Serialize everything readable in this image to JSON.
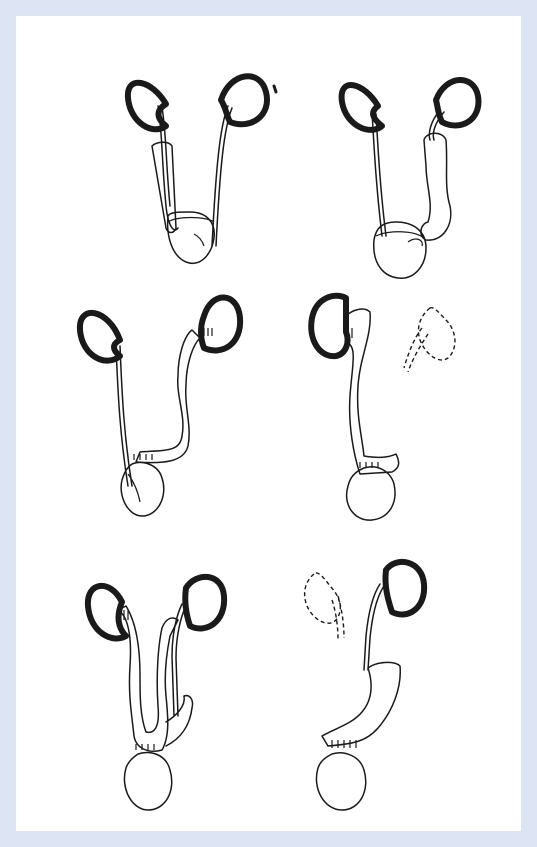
{
  "figure": {
    "panels": [
      {
        "id": "top-left"
      },
      {
        "id": "top-right"
      },
      {
        "id": "middle-left"
      },
      {
        "id": "middle-right"
      },
      {
        "id": "bottom-left"
      },
      {
        "id": "bottom-right"
      }
    ]
  }
}
